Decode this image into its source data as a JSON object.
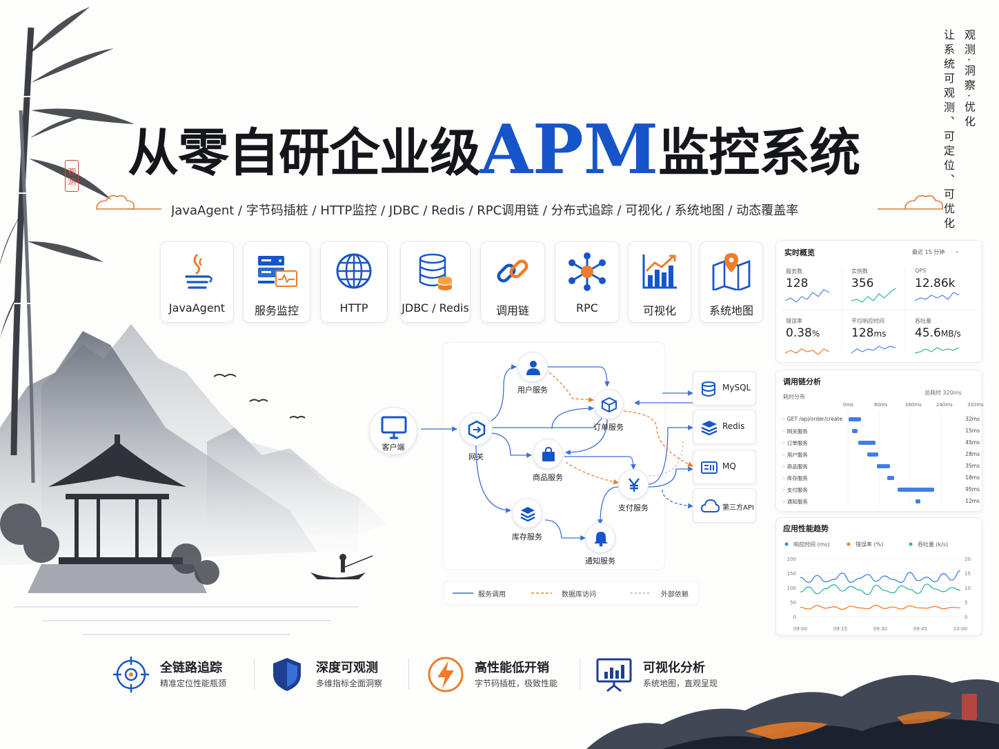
{
  "header": {
    "title_prefix": "从零自研企业级",
    "title_highlight": "APM",
    "title_suffix": "监控系统",
    "subtitle": "JavaAgent  /  字节码插桩  /  HTTP监控  /  JDBC  /  Redis  /  RPC调用链  /  分布式追踪  /  可视化  /  系统地图  /  动态覆盖率",
    "vertical_right_1": "观测·洞察·优化",
    "vertical_right_2": "让系统可观测、可定位、可优化",
    "seal_left": "观测"
  },
  "tiles": [
    {
      "label": "JavaAgent",
      "icon": "java-icon"
    },
    {
      "label": "服务监控",
      "icon": "server-monitor-icon"
    },
    {
      "label": "HTTP",
      "icon": "globe-icon"
    },
    {
      "label": "JDBC / Redis",
      "icon": "database-icon"
    },
    {
      "label": "调用链",
      "icon": "link-icon"
    },
    {
      "label": "RPC",
      "icon": "rpc-network-icon"
    },
    {
      "label": "可视化",
      "icon": "bar-chart-icon"
    },
    {
      "label": "系统地图",
      "icon": "map-pin-icon"
    }
  ],
  "overview": {
    "title": "实时概览",
    "range": "最近 15 分钟",
    "kpis": [
      {
        "label": "服务数",
        "value": "128",
        "unit": ""
      },
      {
        "label": "实例数",
        "value": "356",
        "unit": ""
      },
      {
        "label": "QPS",
        "value": "12.86k",
        "unit": ""
      },
      {
        "label": "错误率",
        "value": "0.38",
        "unit": "%"
      },
      {
        "label": "平均响应时间",
        "value": "128",
        "unit": "ms"
      },
      {
        "label": "吞吐量",
        "value": "45.6",
        "unit": "MB/s"
      }
    ]
  },
  "topology": {
    "client": "客户端",
    "gateway": "网关",
    "user_service": "用户服务",
    "order_service": "订单服务",
    "product_service": "商品服务",
    "payment_service": "支付服务",
    "inventory_service": "库存服务",
    "notify_service": "通知服务",
    "dependencies": [
      "MySQL",
      "Redis",
      "MQ",
      "第三方API"
    ],
    "legend": [
      "服务调用",
      "数据库访问",
      "外部依赖"
    ]
  },
  "trace": {
    "title": "调用链分析",
    "subtitle": "耗时分布",
    "total": "总耗时 320ms",
    "ticks": [
      "0ms",
      "80ms",
      "160ms",
      "240ms",
      "320ms"
    ],
    "rows": [
      {
        "name": "GET /api/order/create",
        "start": 0,
        "dur": 32,
        "time": "32ms"
      },
      {
        "name": "网关服务",
        "start": 8,
        "dur": 15,
        "time": "15ms"
      },
      {
        "name": "订单服务",
        "start": 24,
        "dur": 45,
        "time": "45ms"
      },
      {
        "name": "用户服务",
        "start": 48,
        "dur": 28,
        "time": "28ms"
      },
      {
        "name": "商品服务",
        "start": 72,
        "dur": 35,
        "time": "35ms"
      },
      {
        "name": "库存服务",
        "start": 100,
        "dur": 18,
        "time": "18ms"
      },
      {
        "name": "支付服务",
        "start": 126,
        "dur": 95,
        "time": "95ms"
      },
      {
        "name": "通知服务",
        "start": 172,
        "dur": 12,
        "time": "12ms"
      }
    ]
  },
  "chart_data": {
    "type": "line",
    "title": "应用性能趋势",
    "x": [
      "09:00",
      "09:15",
      "09:30",
      "09:45",
      "10:00"
    ],
    "y_left_ticks": [
      "200",
      "150",
      "100",
      "50",
      "0"
    ],
    "y_right_ticks": [
      "20",
      "15",
      "10",
      "5",
      "0"
    ],
    "ylim_left": [
      0,
      200
    ],
    "ylim_right": [
      0,
      20
    ],
    "series": [
      {
        "name": "响应时间 (ms)",
        "axis": "left",
        "color": "#3f7ee8",
        "values": [
          135,
          118,
          142,
          120,
          128,
          150,
          118,
          132,
          145,
          122,
          140,
          128,
          118,
          152,
          124,
          136,
          120,
          148,
          126,
          158
        ]
      },
      {
        "name": "错误率 (%)",
        "axis": "right",
        "color": "#f07b28",
        "values": [
          3.2,
          2.6,
          3.8,
          2.9,
          3.4,
          2.5,
          3.6,
          3.0,
          2.7,
          3.9,
          2.8,
          3.3,
          2.6,
          3.7,
          3.0,
          2.9,
          3.5,
          2.7,
          3.2,
          3.0
        ]
      },
      {
        "name": "吞吐量 (k/s)",
        "axis": "right",
        "color": "#2fb5a0",
        "values": [
          8.5,
          10.2,
          7.9,
          9.6,
          11.0,
          8.8,
          10.4,
          9.2,
          7.6,
          10.8,
          9.0,
          8.2,
          10.6,
          9.4,
          8.0,
          11.2,
          9.5,
          8.6,
          10.0,
          9.1
        ]
      }
    ],
    "grid": true,
    "legend": "top"
  },
  "features": [
    {
      "title": "全链路追踪",
      "desc": "精准定位性能瓶颈",
      "icon": "target-icon"
    },
    {
      "title": "深度可观测",
      "desc": "多维指标全面洞察",
      "icon": "shield-icon"
    },
    {
      "title": "高性能低开销",
      "desc": "字节码插桩，极致性能",
      "icon": "lightning-icon"
    },
    {
      "title": "可视化分析",
      "desc": "系统地图，直观呈现",
      "icon": "presentation-chart-icon"
    }
  ],
  "colors": {
    "accent": "#1655c9",
    "orange": "#f07b28",
    "teal": "#2fb5a0",
    "seal": "#c9463d"
  }
}
